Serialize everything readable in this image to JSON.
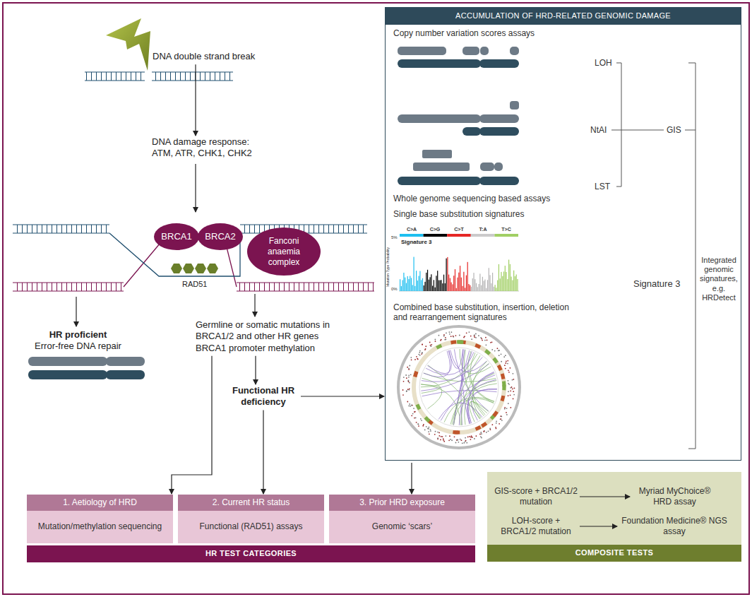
{
  "diagram": {
    "nodes": [
      {
        "text": [
          "DNA double strand break"
        ]
      },
      {
        "text": [
          "DNA damage response: ATM, ATR, CHK1, CHK2"
        ]
      },
      {
        "text": [
          "BRCA1"
        ]
      },
      {
        "text": [
          "BRCA2"
        ]
      },
      {
        "text": [
          "Fanconi anaemia complex"
        ]
      },
      {
        "text": [
          "HR proficient",
          "Error-free DNA repair"
        ]
      },
      {
        "text": [
          "Germline or somatic mutations in BRCA1/2 and other HR genes BRCA1 promoter methylation"
        ]
      },
      {
        "text": [
          "Functional HR deficiency"
        ]
      },
      {
        "text": [
          "ACCUMULATION OF HRD-RELATED GENOMIC DAMAGE"
        ]
      },
      {
        "text": [
          "1. Aetiology of HRD",
          "Mutation/methylation sequencing"
        ]
      },
      {
        "text": [
          "2. Current HR status",
          "Functional (RAD51) assays"
        ]
      },
      {
        "text": [
          "3. Prior HRD exposure",
          "Genomic ‘scars’"
        ]
      },
      {
        "text": [
          "HR TEST CATEGORIES"
        ]
      },
      {
        "text": [
          "COMPOSITE TESTS"
        ]
      },
      {
        "text": [
          "GIS-score + BRCA1/2 mutation"
        ],
        "in": 13
      },
      {
        "text": [
          "Myriad MyChoice® HRD assay"
        ],
        "in": 13
      },
      {
        "text": [
          "LOH-score + BRCA1/2 mutation"
        ],
        "in": 13
      },
      {
        "text": [
          "Foundation Medicine® NGS assay"
        ],
        "in": 13
      }
    ],
    "edges": [
      {
        "from": 0,
        "to": 1,
        "arrow": "to"
      },
      {
        "from": 6,
        "to": 7,
        "arrow": "to"
      },
      {
        "from": 7,
        "to": 8,
        "arrow": "to"
      },
      {
        "from": 6,
        "to": 9,
        "arrow": "to"
      },
      {
        "from": 7,
        "to": 10,
        "arrow": "to"
      },
      {
        "from": 8,
        "to": 11,
        "arrow": "to"
      },
      {
        "from": 14,
        "to": 15,
        "arrow": "to"
      },
      {
        "from": 16,
        "to": 17,
        "arrow": "to"
      }
    ],
    "labels": [
      "RAD51",
      "Copy number variation scores assays",
      "LOH",
      "NtAI",
      "LST",
      "GIS",
      "Whole genome sequencing based assays",
      "Single base substitution signatures",
      "C>A",
      "C>G",
      "C>T",
      "T:A",
      "T>C",
      "Signature 3",
      "Mutation Type Probability",
      "5%",
      "0%",
      "Signature 3",
      "Combined base substitution, insertion, deletion and rearrangement signatures",
      "Integrated genomic signatures, e.g. HRDetect"
    ]
  }
}
